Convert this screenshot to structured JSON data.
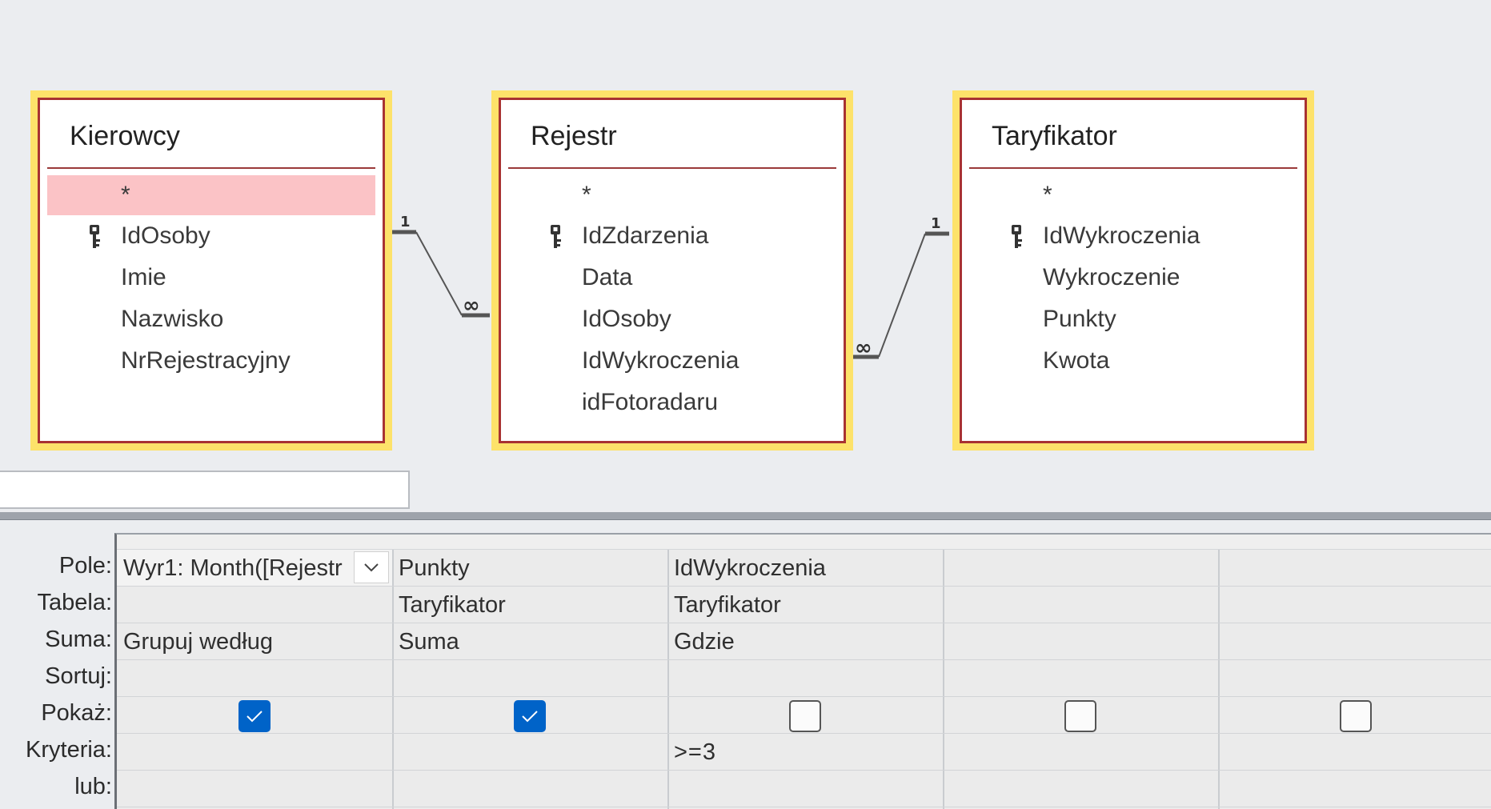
{
  "tables": [
    {
      "title": "Kierowcy",
      "fields": [
        "*",
        "IdOsoby",
        "Imie",
        "Nazwisko",
        "NrRejestracyjny"
      ]
    },
    {
      "title": "Rejestr",
      "fields": [
        "*",
        "IdZdarzenia",
        "Data",
        "IdOsoby",
        "IdWykroczenia",
        "idFotoradaru"
      ]
    },
    {
      "title": "Taryfikator",
      "fields": [
        "*",
        "IdWykroczenia",
        "Wykroczenie",
        "Punkty",
        "Kwota"
      ]
    }
  ],
  "relations": [
    {
      "from": "Kierowcy",
      "to": "Rejestr",
      "one_label": "1",
      "many_label": "∞"
    },
    {
      "from": "Taryfikator",
      "to": "Rejestr",
      "one_label": "1",
      "many_label": "∞"
    }
  ],
  "grid": {
    "row_labels": [
      "Pole:",
      "Tabela:",
      "Suma:",
      "Sortuj:",
      "Pokaż:",
      "Kryteria:",
      "lub:"
    ],
    "columns": [
      {
        "pole": "Wyr1: Month([Rejestr",
        "tabela": "",
        "suma": "Grupuj według",
        "sortuj": "",
        "pokaz": true,
        "kryteria": "",
        "lub": ""
      },
      {
        "pole": "Punkty",
        "tabela": "Taryfikator",
        "suma": "Suma",
        "sortuj": "",
        "pokaz": true,
        "kryteria": "",
        "lub": ""
      },
      {
        "pole": "IdWykroczenia",
        "tabela": "Taryfikator",
        "suma": "Gdzie",
        "sortuj": "",
        "pokaz": false,
        "kryteria": ">=3",
        "lub": ""
      },
      {
        "pole": "",
        "tabela": "",
        "suma": "",
        "sortuj": "",
        "pokaz": false,
        "kryteria": "",
        "lub": ""
      },
      {
        "pole": "",
        "tabela": "",
        "suma": "",
        "sortuj": "",
        "pokaz": false,
        "kryteria": "",
        "lub": ""
      }
    ]
  },
  "colors": {
    "table_highlight": "#fde26a",
    "table_border": "#a83232",
    "selected_field": "#fbc3c6",
    "checkbox_checked": "#0063c8"
  },
  "icons": {
    "primary_key": "key-icon",
    "dropdown": "chevron-down-icon",
    "check": "check-icon"
  }
}
